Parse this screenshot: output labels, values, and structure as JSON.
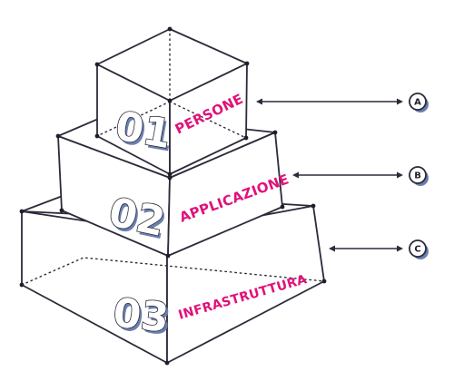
{
  "levels": [
    {
      "number": "01",
      "label": "PERSONE",
      "badge": "A"
    },
    {
      "number": "02",
      "label": "APPLICAZIONE",
      "badge": "B"
    },
    {
      "number": "03",
      "label": "INFRASTRUTTURA",
      "badge": "C"
    }
  ],
  "colors": {
    "label": "#e0127a",
    "line": "#2b2b3a",
    "shadow": "#6b7fb0"
  }
}
